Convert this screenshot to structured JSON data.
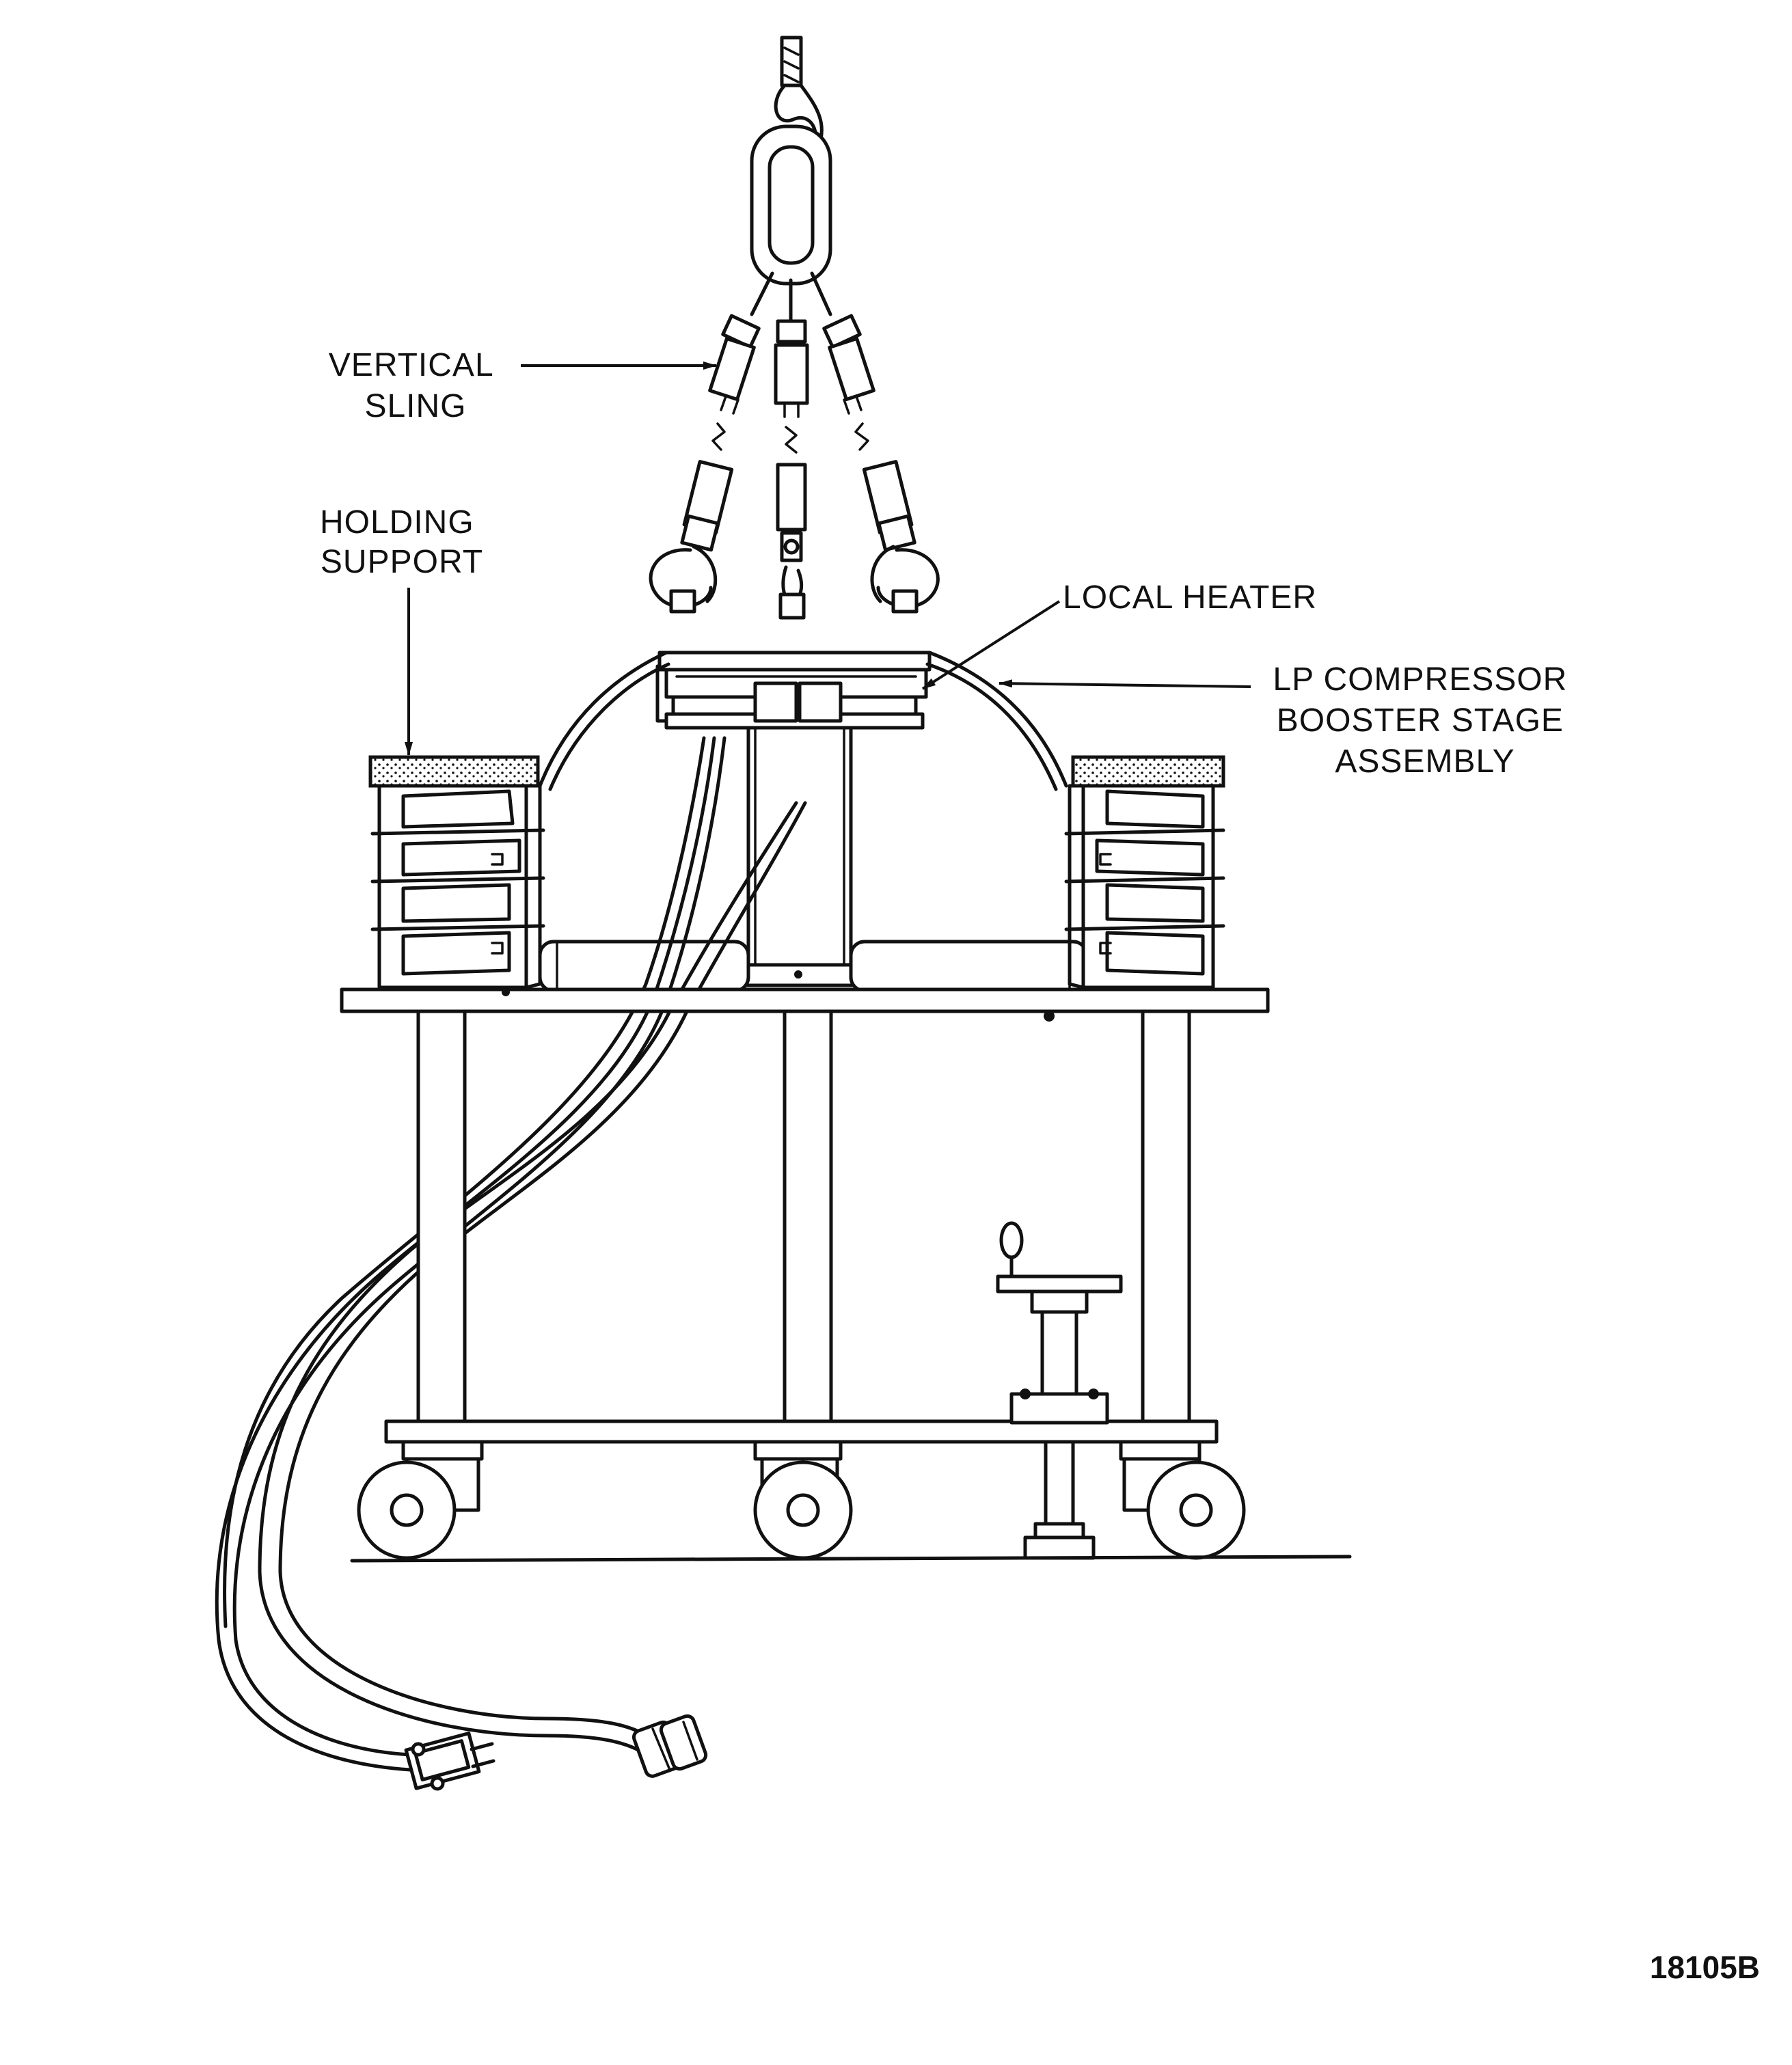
{
  "figure_id": "18105B",
  "labels": {
    "vertical_sling": [
      "VERTICAL",
      "SLING"
    ],
    "holding_support": [
      "HOLDING",
      "SUPPORT"
    ],
    "local_heater": "LOCAL  HEATER",
    "lp_compressor": [
      "LP  COMPRESSOR",
      "BOOSTER  STAGE",
      "ASSEMBLY"
    ]
  }
}
